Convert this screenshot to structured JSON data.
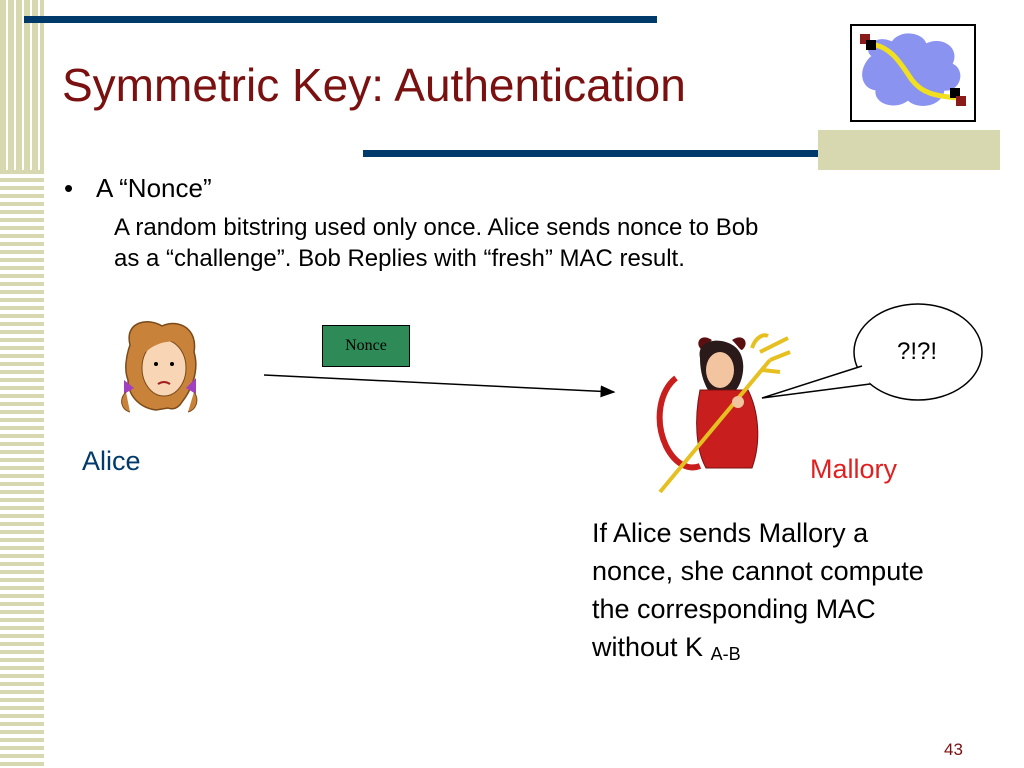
{
  "slide": {
    "title": "Symmetric Key: Authentication",
    "bullet_marker": "•",
    "bullet_text": "A “Nonce”",
    "description_line1": "A random bitstring used only once. Alice sends nonce to Bob",
    "description_line2": "as a “challenge”.  Bob Replies with “fresh” MAC result.",
    "nonce_label": "Nonce",
    "alice_label": "Alice",
    "mallory_label": "Mallory",
    "speech_bubble": "?!?!",
    "explanation": {
      "line1": "If Alice sends Mallory a",
      "line2": "nonce, she cannot compute",
      "line3": "the corresponding MAC",
      "line4_text": "without K",
      "line4_sub": "A-B"
    },
    "page_number": "43"
  },
  "colors": {
    "title": "#7a1010",
    "rule": "#003a6b",
    "nonce_box": "#2e8b57",
    "alice_label": "#003a6b",
    "mallory_label": "#e02020"
  },
  "icons": [
    "network-cloud-icon",
    "alice-clipart",
    "mallory-devil-clipart"
  ]
}
